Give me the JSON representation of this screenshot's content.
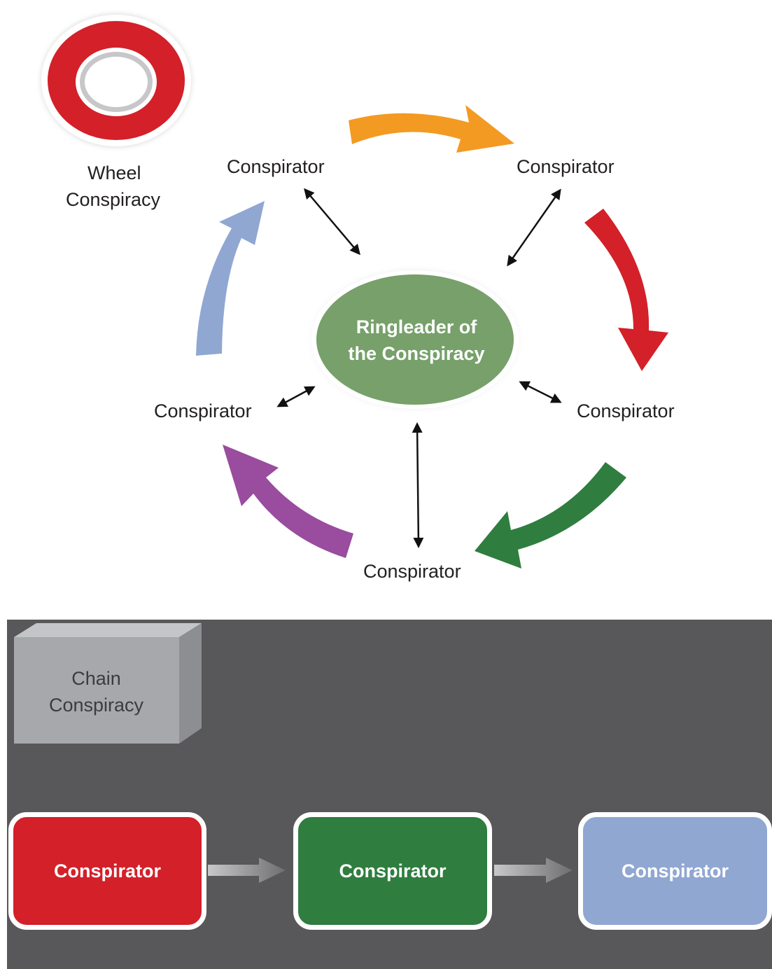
{
  "wheel": {
    "legend_line1": "Wheel",
    "legend_line2": "Conspiracy",
    "center_line1": "Ringleader of",
    "center_line2": "the Conspiracy",
    "nodes": [
      "Conspirator",
      "Conspirator",
      "Conspirator",
      "Conspirator",
      "Conspirator"
    ]
  },
  "chain": {
    "legend_line1": "Chain",
    "legend_line2": "Conspiracy",
    "boxes": [
      {
        "label": "Conspirator",
        "color": "#d32029"
      },
      {
        "label": "Conspirator",
        "color": "#2f7d3f"
      },
      {
        "label": "Conspirator",
        "color": "#90a7d2"
      }
    ]
  },
  "colors": {
    "orange": "#f39a23",
    "red": "#d32029",
    "green": "#2f7d3f",
    "purple": "#9a4c9e",
    "blue": "#90a7d2",
    "center": "#77a06a",
    "chain_bg": "#58585a",
    "chain_cube": "#a6a8ab"
  }
}
